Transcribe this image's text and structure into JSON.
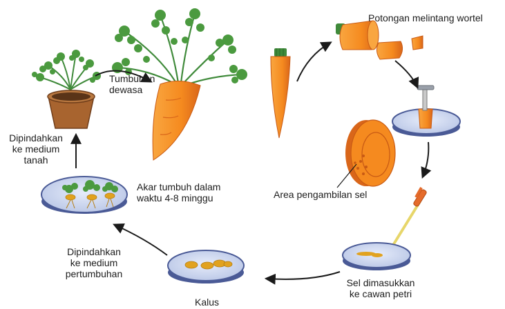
{
  "labels": {
    "cross_section": "Potongan melintang wortel",
    "mature_plant_line1": "Tumbuhan",
    "mature_plant_line2": "dewasa",
    "transfer_soil_line1": "Dipindahkan",
    "transfer_soil_line2": "ke medium",
    "transfer_soil_line3": "tanah",
    "roots_grow_line1": "Akar tumbuh dalam",
    "roots_grow_line2": "waktu 4-8 minggu",
    "sampling_area": "Area pengambilan sel",
    "transfer_growth_line1": "Dipindahkan",
    "transfer_growth_line2": "ke medium",
    "transfer_growth_line3": "pertumbuhan",
    "callus": "Kalus",
    "cells_petri_line1": "Sel dimasukkan",
    "cells_petri_line2": "ke cawan petri"
  },
  "colors": {
    "carrot": "#f58a1f",
    "carrot_dark": "#d9661a",
    "leaf": "#3f8a3a",
    "pot": "#9a5a2e",
    "dish": "#c9d4ee",
    "dish_rim": "#4a5a96",
    "callus": "#e1a21f",
    "arrow": "#1a1a1a"
  }
}
